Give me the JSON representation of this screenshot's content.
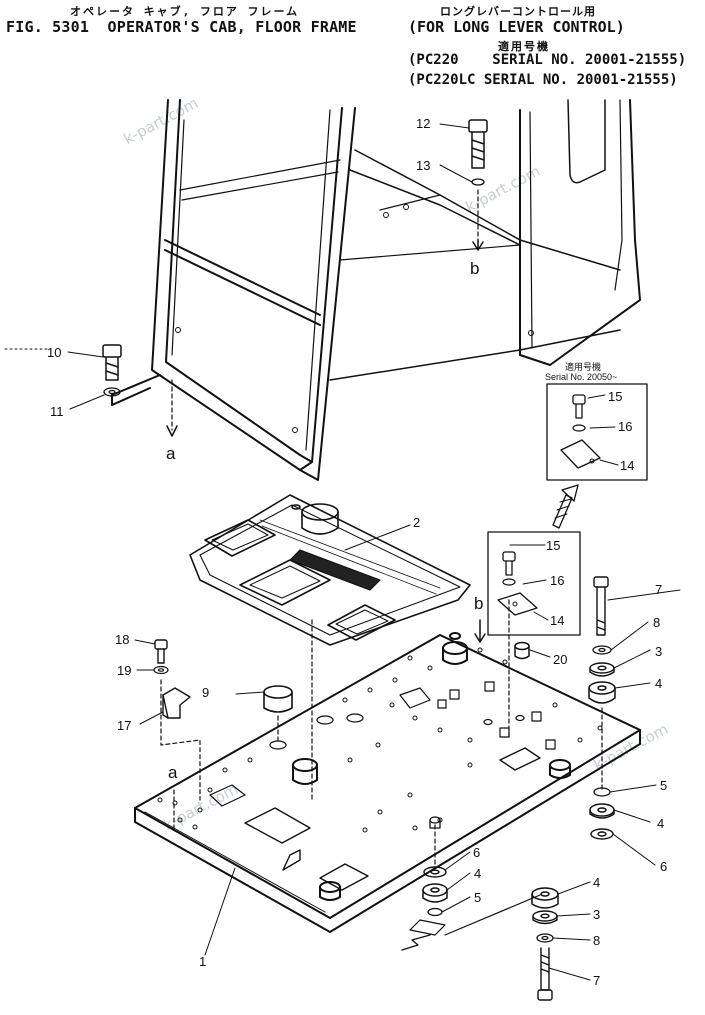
{
  "header": {
    "japanese_title": "オペレータ キャブ, フロア フレーム",
    "japanese_note": "ロングレバーコントロール用",
    "figure_title": "FIG. 5301  OPERATOR'S CAB, FLOOR FRAME",
    "figure_subtitle": "(FOR LONG LEVER CONTROL)",
    "applicable_label_jp": "適用号機",
    "serial_line_1": "(PC220    SERIAL NO. 20001-21555)",
    "serial_line_2": "(PC220LC SERIAL NO. 20001-21555)"
  },
  "inset": {
    "label_jp": "適用号機",
    "serial": "Serial No. 20050~"
  },
  "watermarks": [
    "k-part.com",
    "k-part.com",
    "k-part.com",
    "k-part.com"
  ],
  "callouts": {
    "c1": "1",
    "c2": "2",
    "c3a": "3",
    "c3b": "3",
    "c4a": "4",
    "c4b": "4",
    "c4c": "4",
    "c4d": "4",
    "c5a": "5",
    "c5b": "5",
    "c6a": "6",
    "c6b": "6",
    "c7a": "7",
    "c7b": "7",
    "c8a": "8",
    "c8b": "8",
    "c9": "9",
    "c10": "10",
    "c11": "11",
    "c12": "12",
    "c13": "13",
    "c14a": "14",
    "c14b": "14",
    "c15a": "15",
    "c15b": "15",
    "c16a": "16",
    "c16b": "16",
    "c17": "17",
    "c18": "18",
    "c19": "19",
    "c20": "20"
  },
  "refs": {
    "a1": "a",
    "a2": "a",
    "b1": "b",
    "b2": "b"
  }
}
